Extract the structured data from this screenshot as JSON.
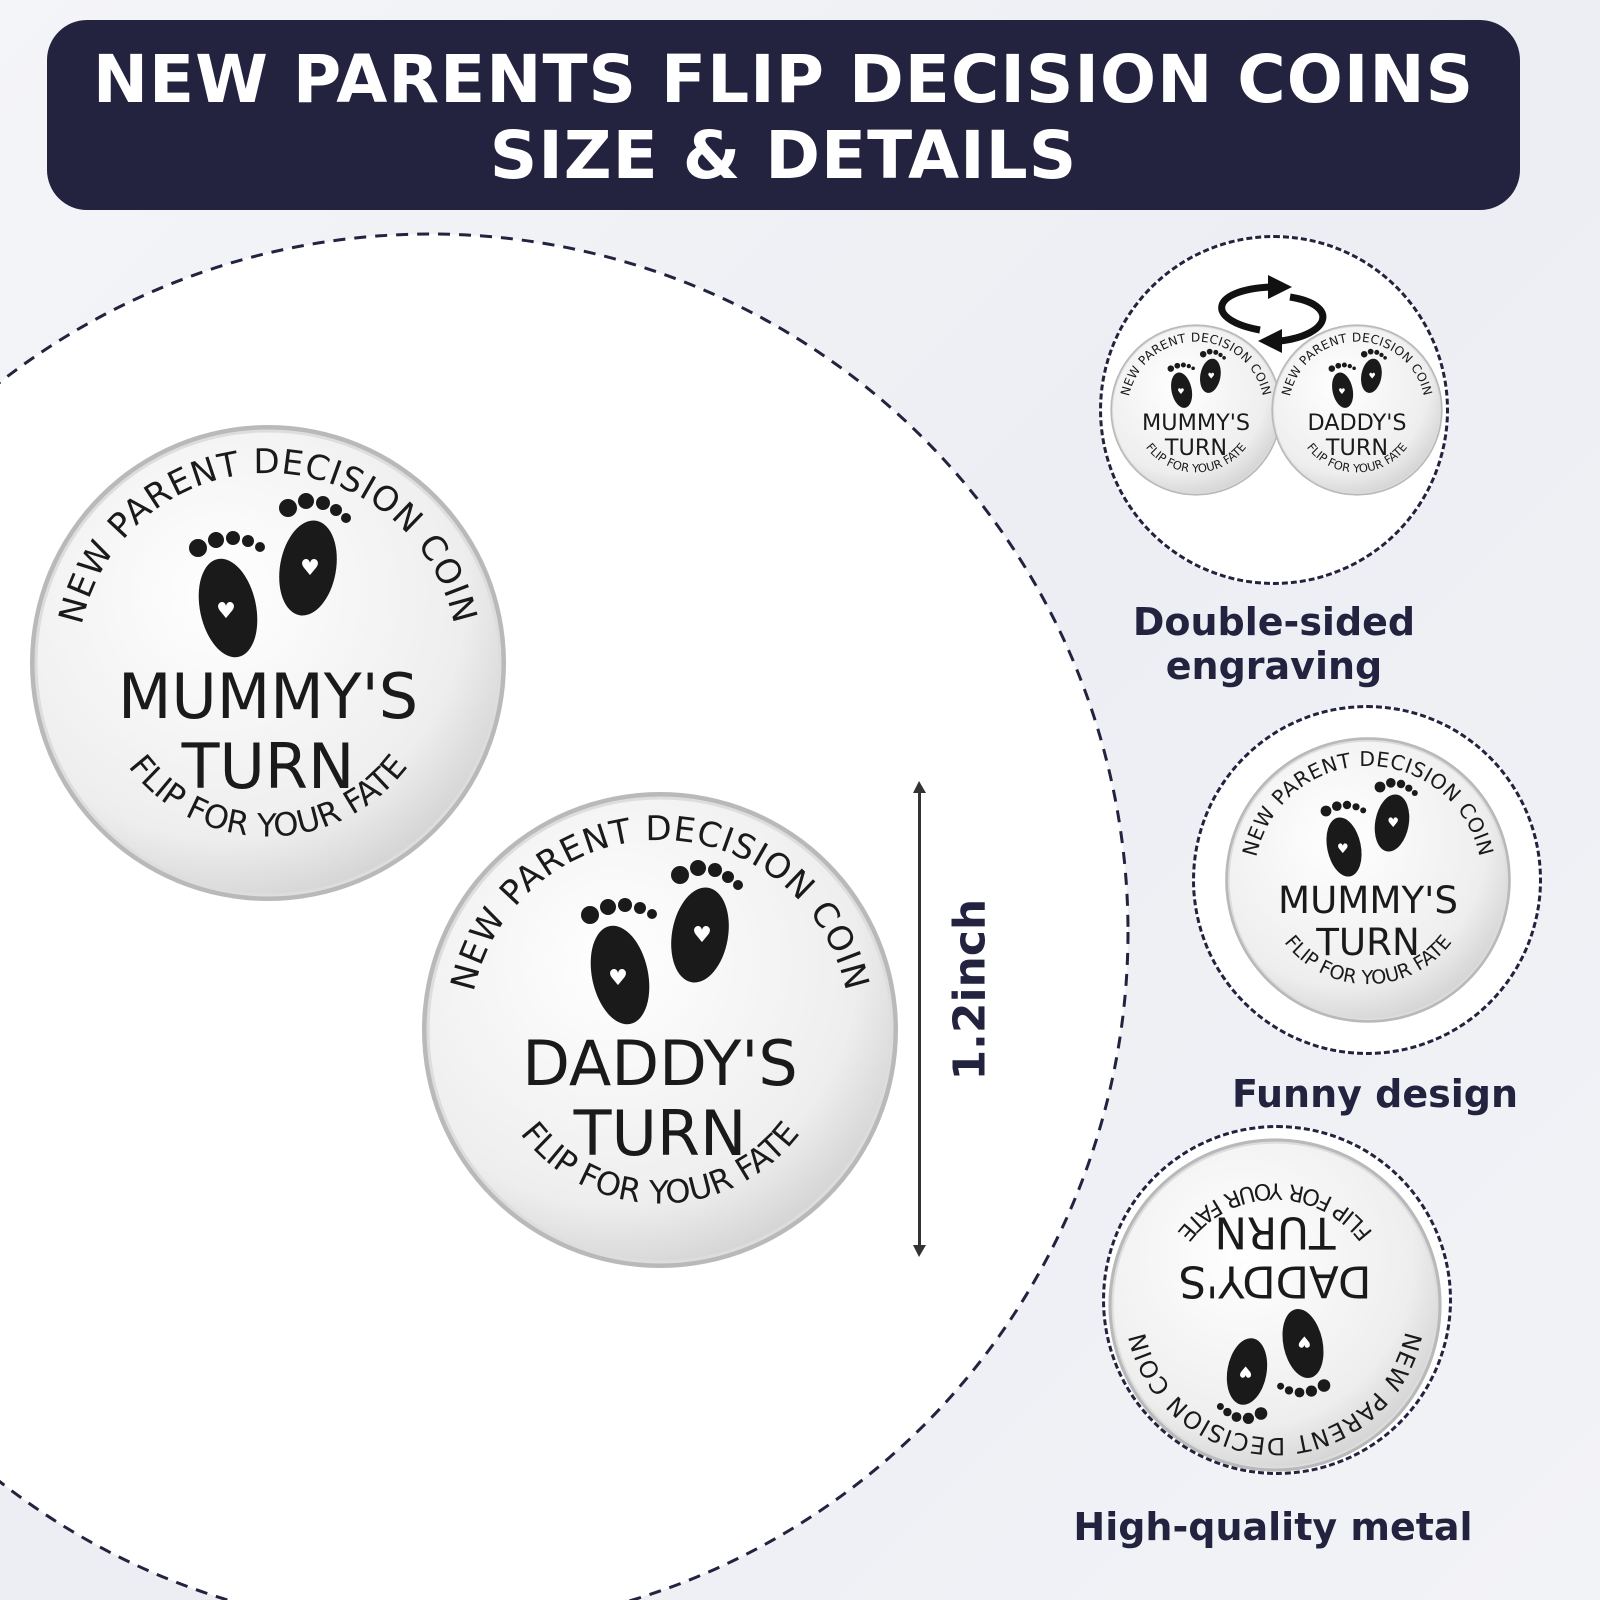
{
  "header": {
    "line1": "NEW PARENTS FLIP DECISION COINS",
    "line2": "SIZE & DETAILS"
  },
  "dimension": {
    "label": "1.2inch"
  },
  "coins": [
    {
      "top": "NEW PARENT DECISION COIN",
      "main1": "MUMMY'S",
      "main2": "TURN",
      "bottom": "FLIP FOR YOUR FATE"
    },
    {
      "top": "NEW PARENT DECISION COIN",
      "main1": "DADDY'S",
      "main2": "TURN",
      "bottom": "FLIP FOR YOUR FATE"
    }
  ],
  "features": [
    {
      "label_line1": "Double-sided",
      "label_line2": "engraving"
    },
    {
      "label_line1": "Funny design",
      "label_line2": ""
    },
    {
      "label_line1": "High-quality metal",
      "label_line2": ""
    }
  ],
  "colors": {
    "navy": "#23223f",
    "ink": "#1a1a1a"
  }
}
